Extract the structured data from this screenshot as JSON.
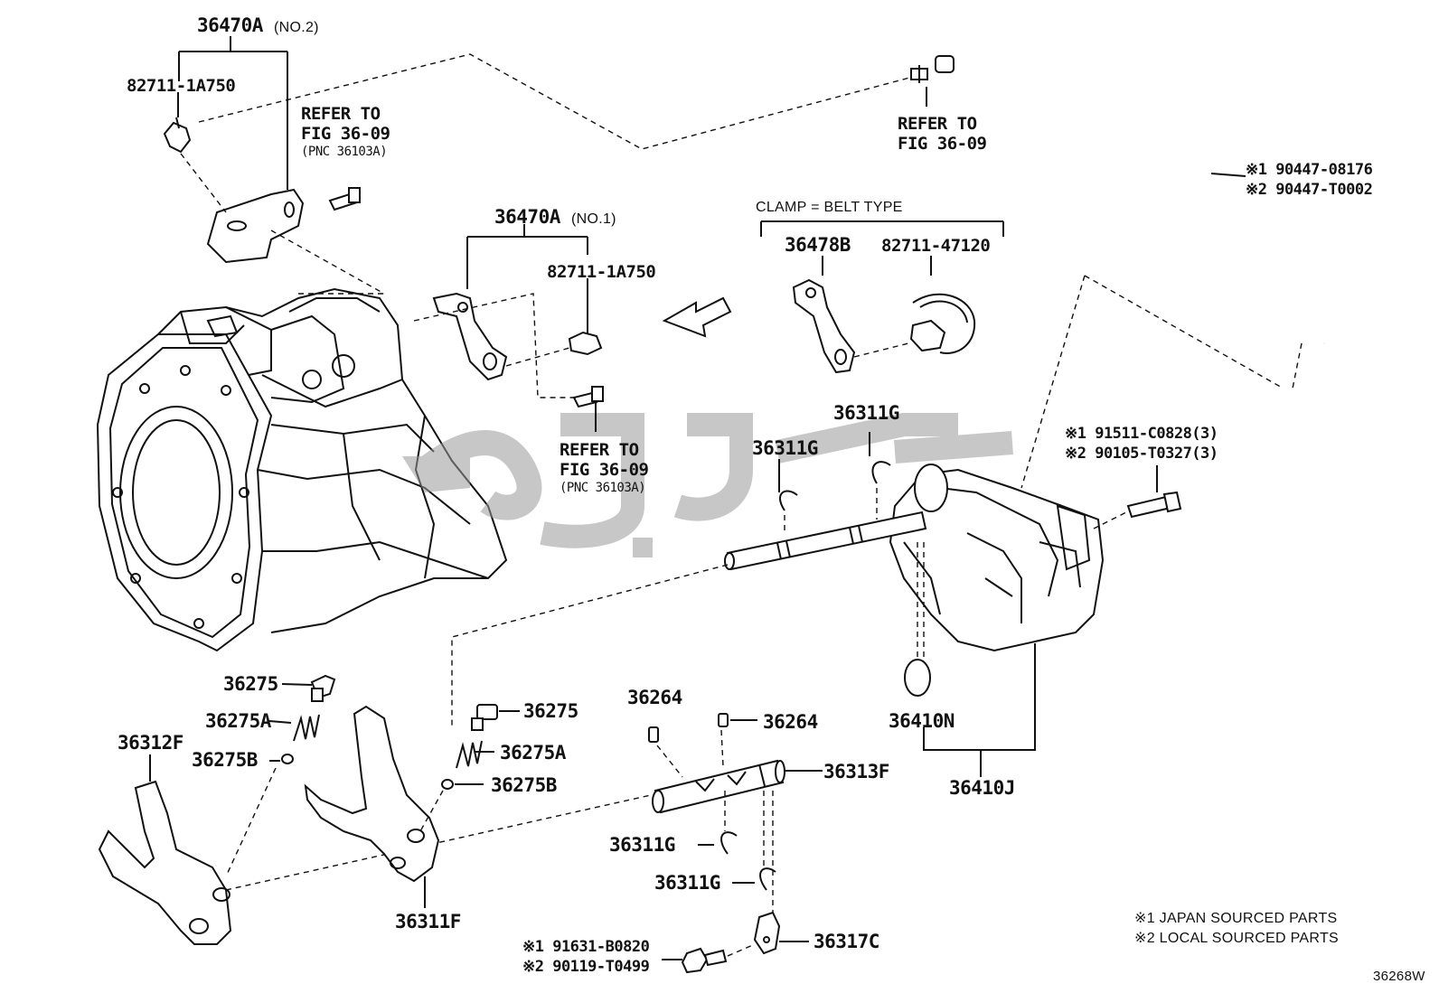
{
  "labels": {
    "p36470a_no2": "36470A",
    "p36470a_no2_sub": "(NO.2)",
    "p82711_top": "82711-1A750",
    "refer_top_1": "REFER TO",
    "refer_top_2": "FIG 36-09",
    "refer_top_3": "(PNC 36103A)",
    "refer_hose_1": "REFER TO",
    "refer_hose_2": "FIG 36-09",
    "hose_1": "※1 90447-08176",
    "hose_2": "※2 90447-T0002",
    "clamp_title": "CLAMP = BELT TYPE",
    "p36478b": "36478B",
    "p82711_47120": "82711-47120",
    "p36470a_no1": "36470A",
    "p36470a_no1_sub": "(NO.1)",
    "p82711_mid": "82711-1A750",
    "refer_mid_1": "REFER TO",
    "refer_mid_2": "FIG 36-09",
    "refer_mid_3": "(PNC 36103A)",
    "p36311g_a": "36311G",
    "p36311g_b": "36311G",
    "bolt_1": "※1 91511-C0828(3)",
    "bolt_2": "※2 90105-T0327(3)",
    "p36275_l": "36275",
    "p36275a_l": "36275A",
    "p36312f": "36312F",
    "p36275b_l": "36275B",
    "p36275_r": "36275",
    "p36275a_r": "36275A",
    "p36275b_r": "36275B",
    "p36264_a": "36264",
    "p36264_b": "36264",
    "p36313f": "36313F",
    "p36311g_c": "36311G",
    "p36311g_d": "36311G",
    "p36311f": "36311F",
    "p36317c": "36317C",
    "bolt_b1": "※1 91631-B0820",
    "bolt_b2": "※2 90119-T0499",
    "p36410n": "36410N",
    "p36410j": "36410J",
    "note_1": "※1 JAPAN SOURCED PARTS",
    "note_2": "※2 LOCAL SOURCED PARTS",
    "figure_id": "36268W"
  },
  "icons": [
    "transmission-case-icon",
    "shift-lever-housing-icon",
    "hose-icon",
    "bracket-icon",
    "clamp-icon",
    "shift-fork-icon",
    "shift-shaft-icon",
    "snap-ring-icon",
    "bolt-icon",
    "o-ring-icon",
    "arrow-icon",
    "watermark-logo"
  ],
  "colors": {
    "line": "#111111",
    "watermark": "#9a9a9a",
    "background": "#ffffff"
  }
}
